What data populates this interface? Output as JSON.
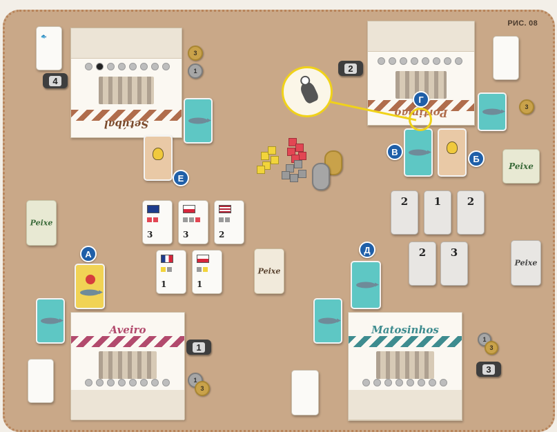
{
  "figure_label": "РИС. 08",
  "markers": {
    "a": "А",
    "b": "Б",
    "v": "В",
    "g": "Г",
    "d": "Д",
    "e": "Е"
  },
  "boards": {
    "setubal": {
      "name": "Setúbal",
      "accent": "#b06d4c"
    },
    "portimao": {
      "name": "Portimão",
      "accent": "#b06d4c"
    },
    "aveiro": {
      "name": "Aveiro",
      "accent": "#b24a6d"
    },
    "matosinhos": {
      "name": "Matosinhos",
      "accent": "#3e8c8f"
    }
  },
  "player_tiles": {
    "setubal": "4",
    "portimao": "2",
    "aveiro": "1",
    "matosinhos": "3"
  },
  "order_cards": [
    {
      "cost": "3",
      "flag": "Australia"
    },
    {
      "cost": "3",
      "flag": "Chile"
    },
    {
      "cost": "2",
      "flag": "USA"
    },
    {
      "cost": "1",
      "flag": "France"
    },
    {
      "cost": "1",
      "flag": "Chile"
    }
  ],
  "improvement_cards": [
    "2",
    "1",
    "2",
    "2",
    "3"
  ],
  "deck_label": "Peixe",
  "coin_labels": {
    "gold": "3",
    "silver": "1"
  },
  "colors": {
    "mat": "#c9a888",
    "marker": "#1f5fa8",
    "highlight": "#f0d21a",
    "teal_card": "#5ec7c4"
  }
}
